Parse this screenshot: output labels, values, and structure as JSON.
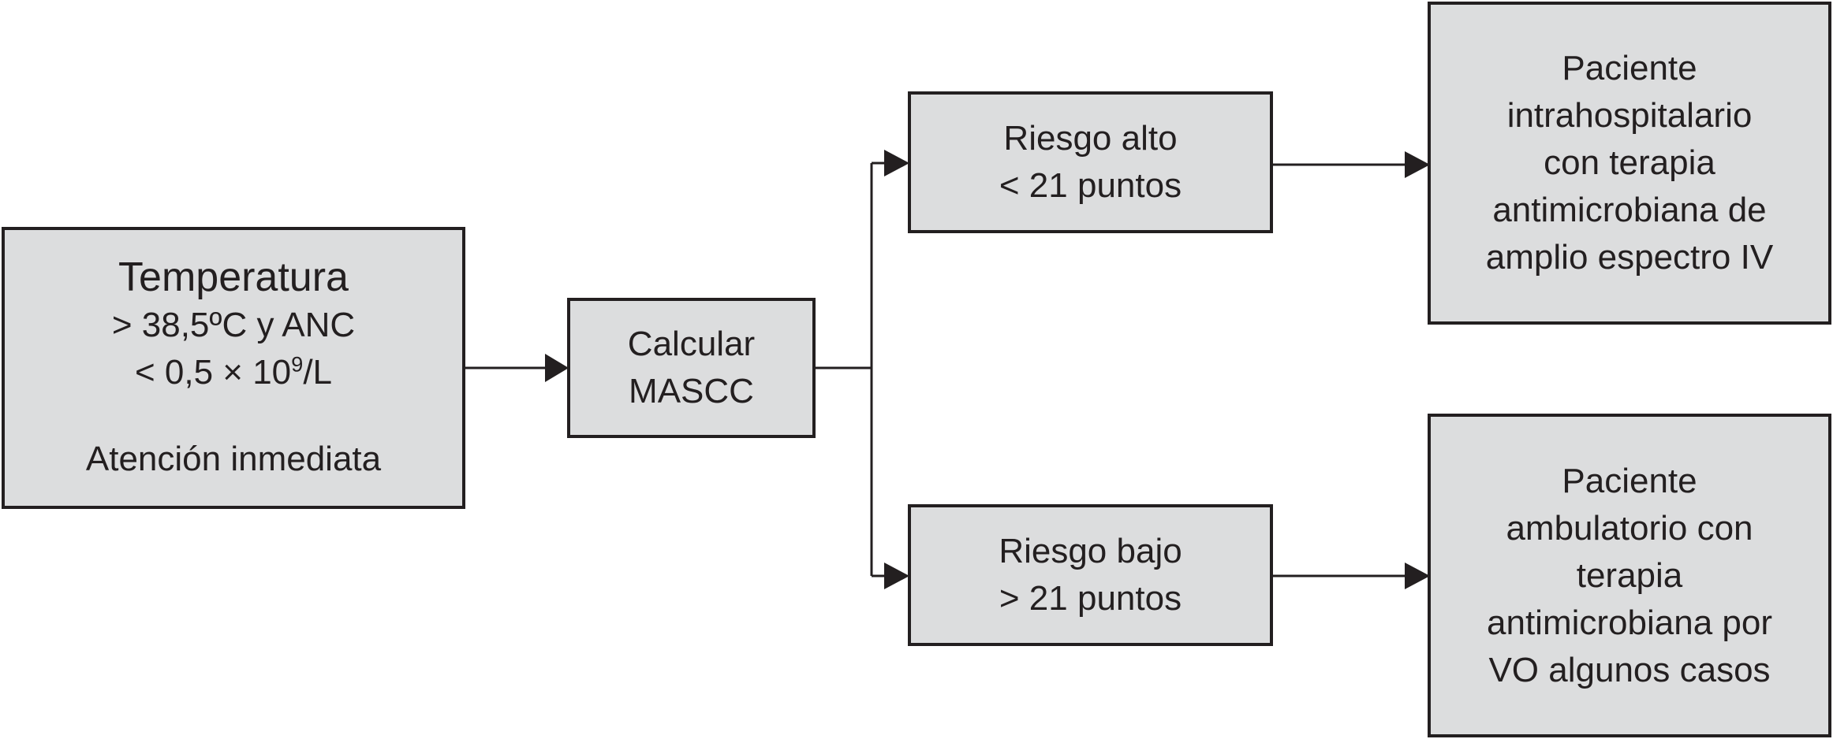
{
  "boxes": {
    "temperatura": {
      "title": "Temperatura",
      "line1": "> 38,5ºC y ANC",
      "line2_prefix": "< 0,5 × 10",
      "line2_sup": "9",
      "line2_suffix": "/L",
      "line3": "Atención inmediata"
    },
    "calcular": {
      "line1": "Calcular",
      "line2": "MASCC"
    },
    "riesgo_alto": {
      "line1": "Riesgo alto",
      "line2": "< 21 puntos"
    },
    "riesgo_bajo": {
      "line1": "Riesgo bajo",
      "line2": "> 21 puntos"
    },
    "paciente_intra": {
      "lines": [
        "Paciente",
        "intrahospitalario",
        "con terapia",
        "antimicrobiana de",
        "amplio espectro IV"
      ]
    },
    "paciente_ambulatorio": {
      "lines": [
        "Paciente",
        "ambulatorio con",
        "terapia",
        "antimicrobiana por",
        "VO algunos casos"
      ]
    }
  }
}
